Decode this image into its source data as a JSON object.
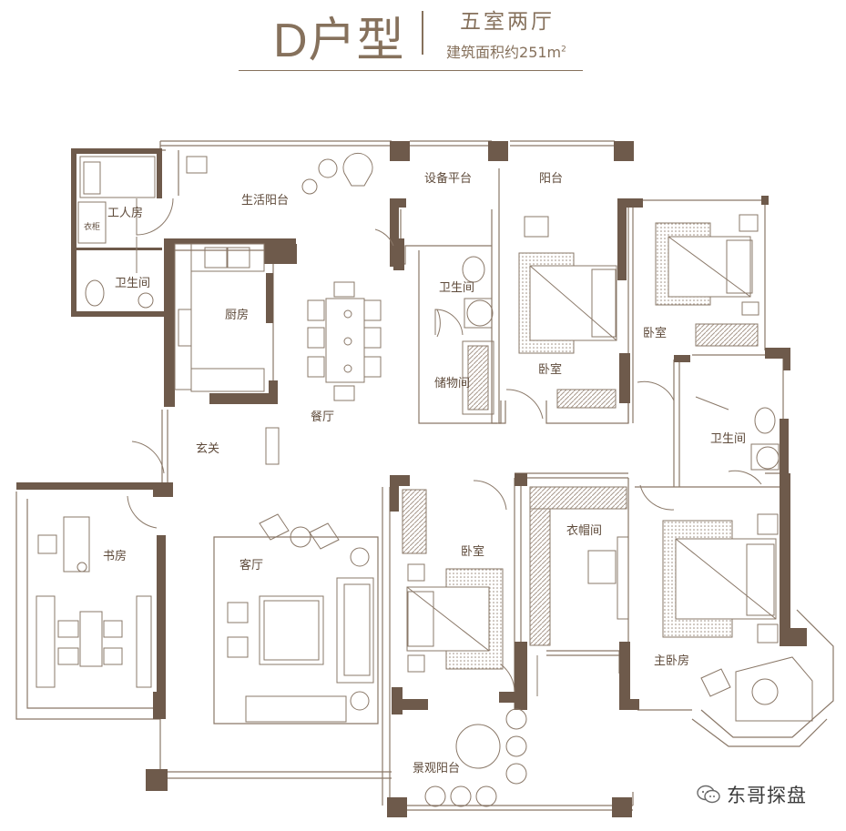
{
  "header": {
    "title": "D户型",
    "room_count": "五室两厅",
    "area_prefix": "建筑面积约",
    "area_value": "251m",
    "area_unit_sup": "2"
  },
  "rooms": {
    "worker_room": "工人房",
    "wardrobe_tag": "衣柜",
    "bathroom_worker": "卫生间",
    "living_balcony": "生活阳台",
    "kitchen": "厨房",
    "equipment_platform": "设备平台",
    "balcony": "阳台",
    "bathroom_center": "卫生间",
    "storage": "储物间",
    "bedroom_center": "卧室",
    "bedroom_ne": "卧室",
    "bathroom_east": "卫生间",
    "dining": "餐厅",
    "foyer": "玄关",
    "study": "书房",
    "living_room": "客厅",
    "bedroom_south": "卧室",
    "cloakroom": "衣帽间",
    "master_bedroom": "主卧房",
    "view_balcony": "景观阳台"
  },
  "watermark": {
    "text": "东哥探盘"
  },
  "colors": {
    "wall": "#6e5a4b",
    "line": "#8a7868",
    "hatch": "#a8998c",
    "title": "#86715c"
  }
}
